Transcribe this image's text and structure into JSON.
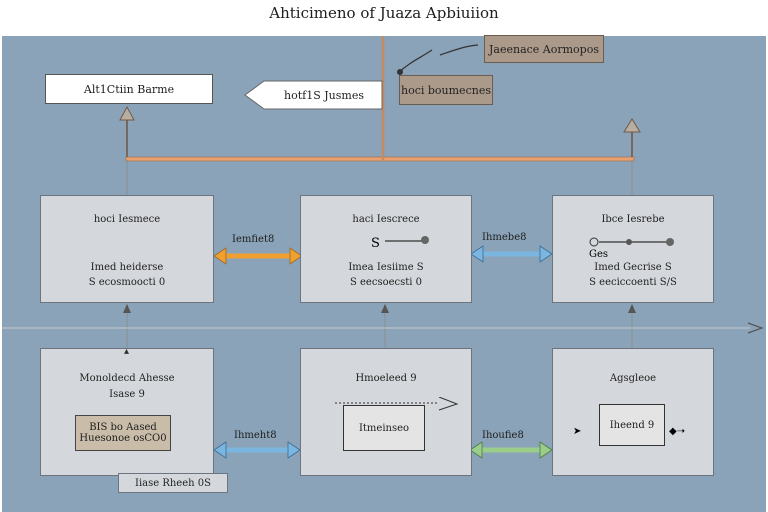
{
  "title": "Ahticimeno of Juaza Apbiuiion",
  "top": {
    "left_box": "Alt1Ctiin Barme",
    "arrow_tag": "hotf1S Jusmes",
    "center_tag": "hoci boumecnes",
    "right_tag": "Jaeenace Aormopos"
  },
  "panels": {
    "r1c1": {
      "line1": "hoci Iesmece",
      "line2": "Imed heiderse",
      "line3": "S ecosmoocti 0"
    },
    "r1c2": {
      "line1": "haci Iescrece",
      "line2": "Imea Iesiime S",
      "line3": "S eecsoecsti 0",
      "glyph": "S"
    },
    "r1c3": {
      "line1": "Ibce Iesrebe",
      "line2": "Imed Gecrise S",
      "line3": "S eeciccoenti S/S",
      "glyph": "Ges"
    },
    "r2c1": {
      "line1": "Monoldecd Ahesse",
      "line2": "Isase 9",
      "inner1": "BIS bo Aased",
      "inner2": "Huesonoe osCO0",
      "footer": "Iiase Rheeh 0S"
    },
    "r2c2": {
      "line1": "Hmoeleed 9",
      "inner": "Itmeinseo"
    },
    "r2c3": {
      "line1": "Agsgleoe",
      "inner": "Iheend 9"
    }
  },
  "arrows": {
    "a1": "Iemfiet8",
    "a2": "Ihmebe8",
    "a3": "Ihmeht8",
    "a4": "Ihoufie8"
  },
  "colors": {
    "canvas": "#8aa3b8",
    "panel": "#d4d7db",
    "orange": "#f0a030",
    "blue": "#7ab6e0",
    "green": "#9acd8a",
    "line_orange": "#e8a070"
  }
}
